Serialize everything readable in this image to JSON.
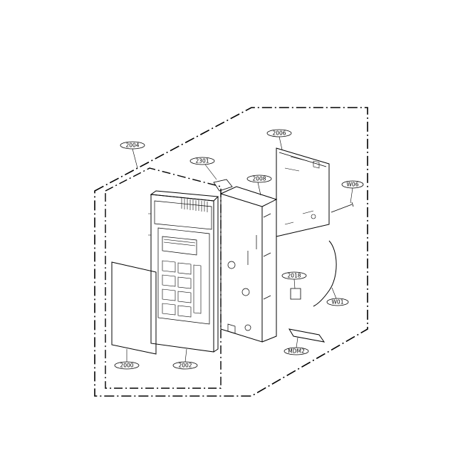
{
  "labels": {
    "p2004": "2004",
    "p2301": "2301",
    "p2008": "2008",
    "p2006": "2006",
    "pw06": "W06",
    "p2018": "2018",
    "pw01": "W01",
    "pmdm2": "MDM2",
    "p2000": "2000",
    "p2002": "2002"
  },
  "colors": {
    "line": "#000000",
    "background": "#ffffff"
  }
}
